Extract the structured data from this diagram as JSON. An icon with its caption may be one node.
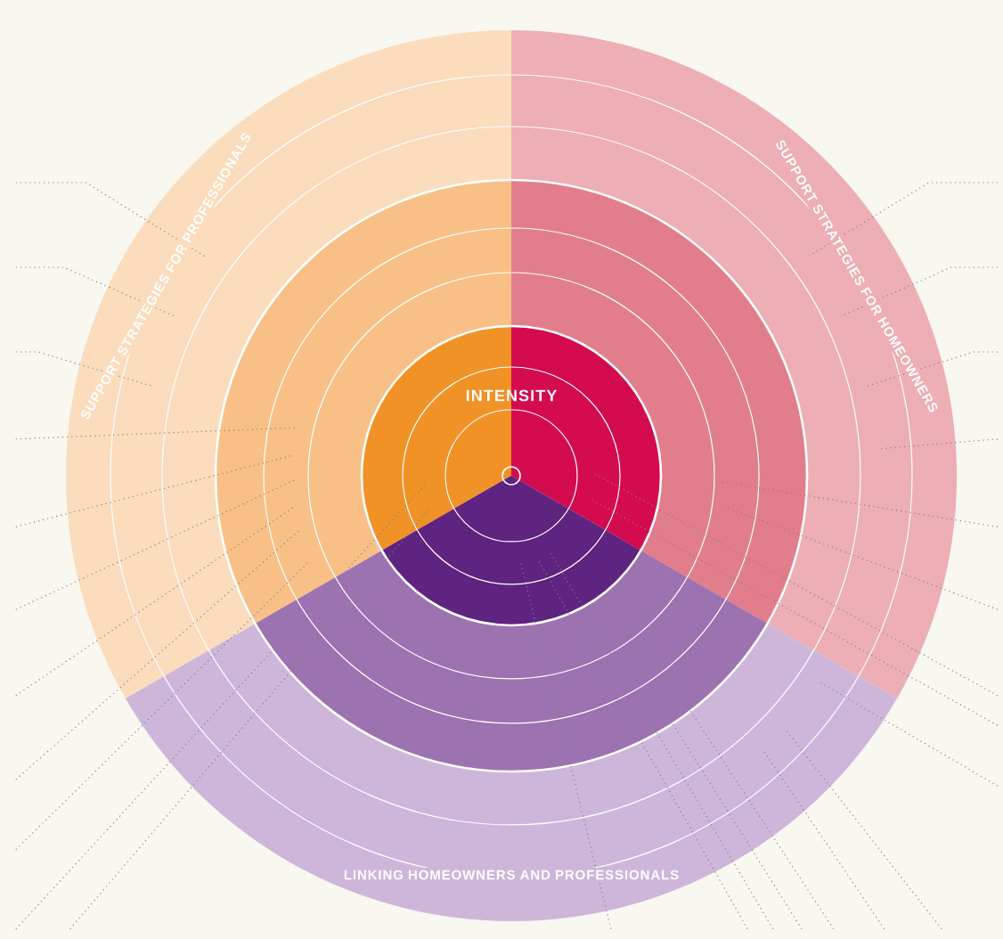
{
  "diagram": {
    "nodes": [
      {
        "text": [
          "SUPPORT STRATEGIES FOR PROFESSIONALS"
        ]
      },
      {
        "text": [
          "SUPPORT STRATEGIES FOR HOMEOWNERS"
        ]
      },
      {
        "text": [
          "LINKING HOMEOWNERS AND PROFESSIONALS"
        ]
      }
    ],
    "labels": [
      "INTENSITY"
    ]
  }
}
